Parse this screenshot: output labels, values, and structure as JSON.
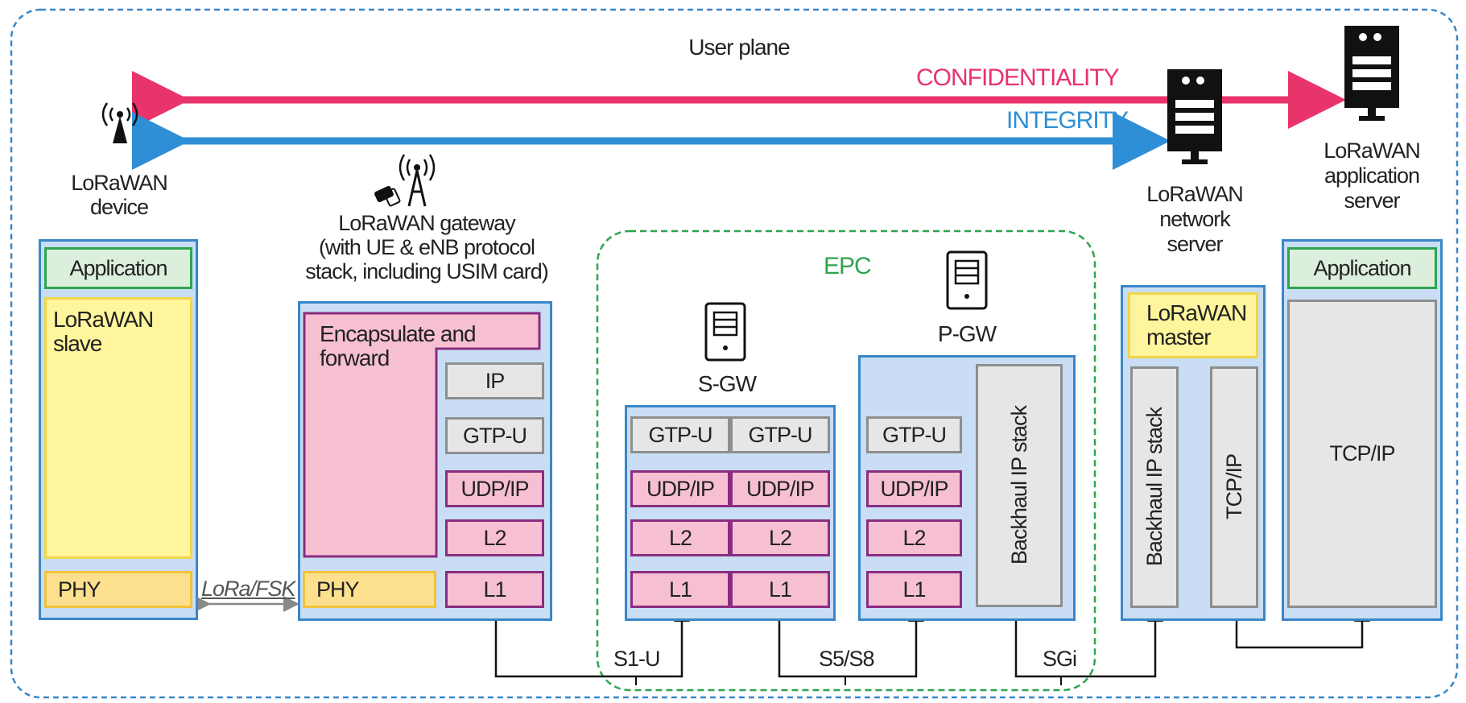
{
  "diagram": {
    "user_plane": "User plane",
    "confidentiality": "CONFIDENTIALITY",
    "integrity": "INTEGRITY",
    "device": {
      "name_line1": "LoRaWAN",
      "name_line2": "device",
      "application": "Application",
      "slave_line1": "LoRaWAN",
      "slave_line2": "slave",
      "phy": "PHY"
    },
    "radio_link": "LoRa/FSK",
    "gateway": {
      "name_line1": "LoRaWAN gateway",
      "name_line2": "(with UE & eNB protocol",
      "name_line3": "stack, including USIM card)",
      "encapsulate_line1": "Encapsulate and",
      "encapsulate_line2": "forward",
      "ip": "IP",
      "gtpu": "GTP-U",
      "udpip": "UDP/IP",
      "l2": "L2",
      "l1": "L1",
      "phy": "PHY"
    },
    "epc": {
      "label": "EPC",
      "sgw": {
        "name": "S-GW",
        "gtpu": "GTP-U",
        "udpip": "UDP/IP",
        "l2": "L2",
        "l1": "L1"
      },
      "pgw": {
        "name": "P-GW",
        "gtpu": "GTP-U",
        "udpip": "UDP/IP",
        "l2": "L2",
        "l1": "L1",
        "backhaul": "Backhaul IP stack"
      }
    },
    "network_server": {
      "name_line1": "LoRaWAN",
      "name_line2": "network",
      "name_line3": "server",
      "master_line1": "LoRaWAN",
      "master_line2": "master",
      "backhaul": "Backhaul IP stack",
      "tcpip": "TCP/IP"
    },
    "app_server": {
      "name_line1": "LoRaWAN",
      "name_line2": "application",
      "name_line3": "server",
      "application": "Application",
      "tcpip": "TCP/IP"
    },
    "interfaces": {
      "s1u": "S1-U",
      "s5s8": "S5/S8",
      "sgi": "SGi"
    },
    "colors": {
      "confidentiality": "#e8336b",
      "integrity": "#2f8fd6",
      "epc": "#2fa44f",
      "panel_border": "#3a86c8",
      "panel_fill": "#c9def5",
      "frame": "#3a86c8"
    }
  }
}
